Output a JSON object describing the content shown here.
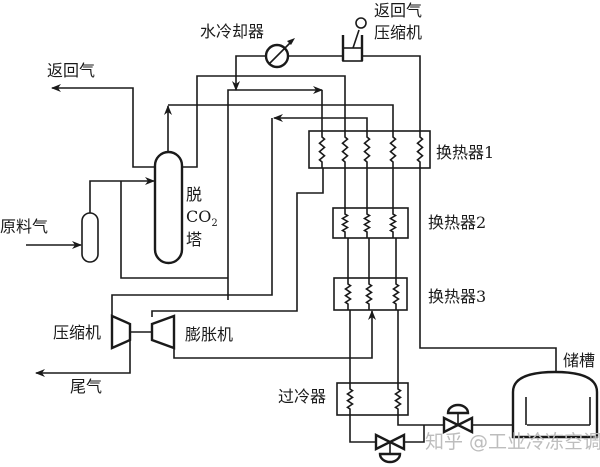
{
  "figure": {
    "type": "process-flow-diagram",
    "subject": "CO2 liquefaction process"
  },
  "labels": {
    "return_gas_top_left": "返回气",
    "water_cooler": "水冷却器",
    "return_gas_compressor_line1": "返回气",
    "return_gas_compressor_line2": "压缩机",
    "feed_gas": "原料气",
    "column_line1": "脱",
    "column_co": "CO",
    "column_sub": "2",
    "column_line3": "塔",
    "hx1": "换热器1",
    "hx2": "换热器2",
    "hx3": "换热器3",
    "compressor": "压缩机",
    "expander": "膨胀机",
    "tail_gas": "尾气",
    "subcooler": "过冷器",
    "storage_tank": "储槽"
  },
  "watermark": "知乎 @工业冷冻空调",
  "equipment": [
    {
      "id": "feed-separator",
      "name": "原料气分离器"
    },
    {
      "id": "co2-removal-column",
      "name": "脱CO2塔"
    },
    {
      "id": "water-cooler",
      "name": "水冷却器"
    },
    {
      "id": "return-gas-compressor",
      "name": "返回气压缩机"
    },
    {
      "id": "heat-exchanger-1",
      "name": "换热器1"
    },
    {
      "id": "heat-exchanger-2",
      "name": "换热器2"
    },
    {
      "id": "heat-exchanger-3",
      "name": "换热器3"
    },
    {
      "id": "compressor",
      "name": "压缩机"
    },
    {
      "id": "expander",
      "name": "膨胀机"
    },
    {
      "id": "subcooler",
      "name": "过冷器"
    },
    {
      "id": "throttle-valve-1",
      "name": "节流阀"
    },
    {
      "id": "throttle-valve-2",
      "name": "节流阀"
    },
    {
      "id": "storage-tank",
      "name": "储槽"
    }
  ]
}
